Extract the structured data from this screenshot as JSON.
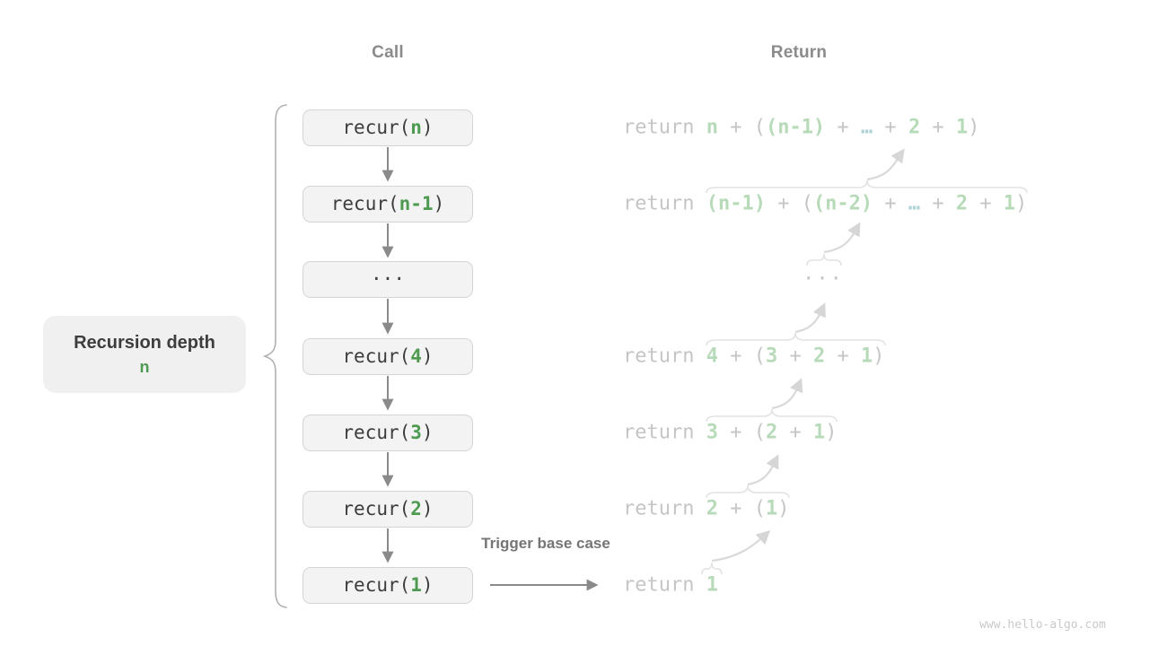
{
  "headers": {
    "call": "Call",
    "return": "Return"
  },
  "depth_label": {
    "title": "Recursion depth",
    "value": "n"
  },
  "trigger_label": "Trigger base case",
  "watermark": "www.hello-algo.com",
  "colors": {
    "accent_green": "#4e9a51",
    "faded_green": "#b7dab8",
    "faded_teal": "#aed3d6",
    "dim_text": "#c5c5c5",
    "box_fill": "#f3f3f3",
    "arrow_gray": "#8a8a8a"
  },
  "call_stack": [
    {
      "segments": [
        {
          "t": "recur(",
          "c": "code"
        },
        {
          "t": "n",
          "c": "var"
        },
        {
          "t": ")",
          "c": "code"
        }
      ]
    },
    {
      "segments": [
        {
          "t": "recur(",
          "c": "code"
        },
        {
          "t": "n-1",
          "c": "var"
        },
        {
          "t": ")",
          "c": "code"
        }
      ]
    },
    {
      "segments": [
        {
          "t": "···",
          "c": "code"
        }
      ]
    },
    {
      "segments": [
        {
          "t": "recur(",
          "c": "code"
        },
        {
          "t": "4",
          "c": "var"
        },
        {
          "t": ")",
          "c": "code"
        }
      ]
    },
    {
      "segments": [
        {
          "t": "recur(",
          "c": "code"
        },
        {
          "t": "3",
          "c": "var"
        },
        {
          "t": ")",
          "c": "code"
        }
      ]
    },
    {
      "segments": [
        {
          "t": "recur(",
          "c": "code"
        },
        {
          "t": "2",
          "c": "var"
        },
        {
          "t": ")",
          "c": "code"
        }
      ]
    },
    {
      "segments": [
        {
          "t": "recur(",
          "c": "code"
        },
        {
          "t": "1",
          "c": "var"
        },
        {
          "t": ")",
          "c": "code"
        }
      ]
    }
  ],
  "returns": [
    {
      "centered": false,
      "segments": [
        {
          "t": "return ",
          "c": "dim"
        },
        {
          "t": "n",
          "c": "num"
        },
        {
          "t": " + (",
          "c": "dim"
        },
        {
          "t": "(n-1)",
          "c": "num"
        },
        {
          "t": " + ",
          "c": "dim"
        },
        {
          "t": "…",
          "c": "dots"
        },
        {
          "t": " + ",
          "c": "dim"
        },
        {
          "t": "2",
          "c": "num"
        },
        {
          "t": " + ",
          "c": "dim"
        },
        {
          "t": "1",
          "c": "num"
        },
        {
          "t": ")",
          "c": "dim"
        }
      ]
    },
    {
      "centered": false,
      "segments": [
        {
          "t": "return ",
          "c": "dim"
        },
        {
          "t": "(n-1)",
          "c": "num"
        },
        {
          "t": " + (",
          "c": "dim"
        },
        {
          "t": "(n-2)",
          "c": "num"
        },
        {
          "t": " + ",
          "c": "dim"
        },
        {
          "t": "…",
          "c": "dots"
        },
        {
          "t": " + ",
          "c": "dim"
        },
        {
          "t": "2",
          "c": "num"
        },
        {
          "t": " + ",
          "c": "dim"
        },
        {
          "t": "1",
          "c": "num"
        },
        {
          "t": ")",
          "c": "dim"
        }
      ]
    },
    {
      "centered": true,
      "segments": [
        {
          "t": "···",
          "c": "dim"
        }
      ]
    },
    {
      "centered": false,
      "segments": [
        {
          "t": "return ",
          "c": "dim"
        },
        {
          "t": "4",
          "c": "num"
        },
        {
          "t": " + (",
          "c": "dim"
        },
        {
          "t": "3",
          "c": "num"
        },
        {
          "t": " + ",
          "c": "dim"
        },
        {
          "t": "2",
          "c": "num"
        },
        {
          "t": " + ",
          "c": "dim"
        },
        {
          "t": "1",
          "c": "num"
        },
        {
          "t": ")",
          "c": "dim"
        }
      ]
    },
    {
      "centered": false,
      "segments": [
        {
          "t": "return ",
          "c": "dim"
        },
        {
          "t": "3",
          "c": "num"
        },
        {
          "t": " + (",
          "c": "dim"
        },
        {
          "t": "2",
          "c": "num"
        },
        {
          "t": " + ",
          "c": "dim"
        },
        {
          "t": "1",
          "c": "num"
        },
        {
          "t": ")",
          "c": "dim"
        }
      ]
    },
    {
      "centered": false,
      "segments": [
        {
          "t": "return ",
          "c": "dim"
        },
        {
          "t": "2",
          "c": "num"
        },
        {
          "t": " + (",
          "c": "dim"
        },
        {
          "t": "1",
          "c": "num"
        },
        {
          "t": ")",
          "c": "dim"
        }
      ]
    },
    {
      "centered": false,
      "segments": [
        {
          "t": "return ",
          "c": "dim"
        },
        {
          "t": "1",
          "c": "num"
        }
      ]
    }
  ]
}
